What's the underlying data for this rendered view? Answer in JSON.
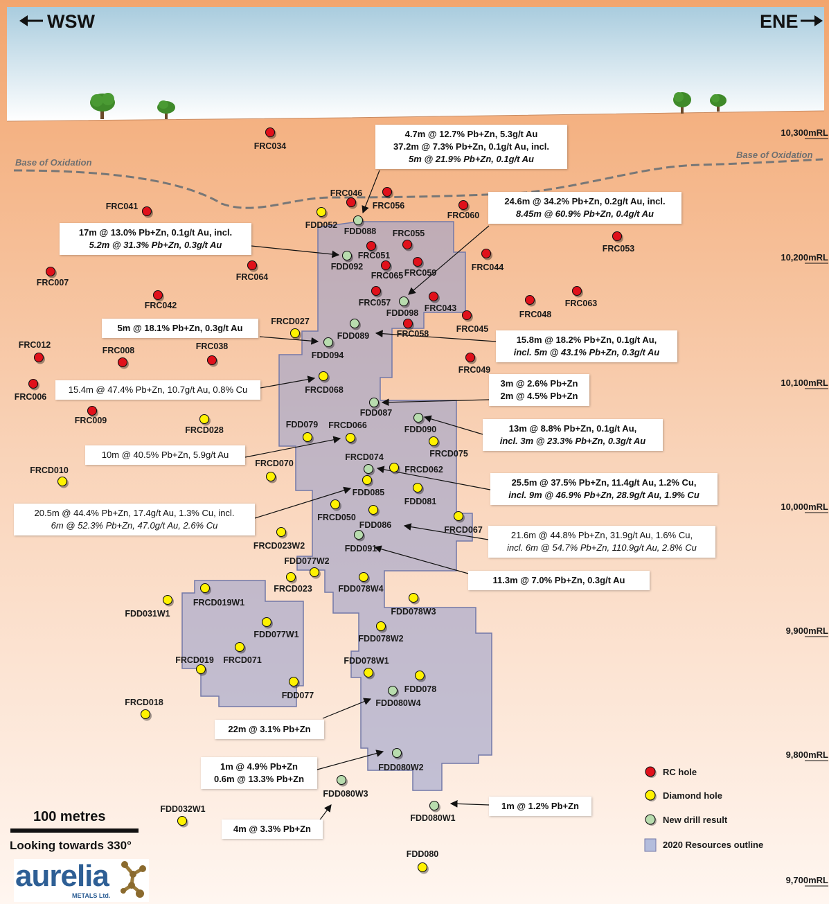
{
  "directions": {
    "left": "WSW",
    "right": "ENE"
  },
  "oxidation_label": "Base of Oxidation",
  "rl_labels": [
    "10,300mRL",
    "10,200mRL",
    "10,100mRL",
    "10,000mRL",
    "9,900mRL",
    "9,800mRL",
    "9,700mRL"
  ],
  "holes": [
    {
      "name": "FRC034",
      "type": "rc"
    },
    {
      "name": "FRC041",
      "type": "rc"
    },
    {
      "name": "FRC046",
      "type": "rc"
    },
    {
      "name": "FRC056",
      "type": "rc"
    },
    {
      "name": "FRC060",
      "type": "rc"
    },
    {
      "name": "FRC053",
      "type": "rc"
    },
    {
      "name": "FRC055",
      "type": "rc"
    },
    {
      "name": "FRC051",
      "type": "rc"
    },
    {
      "name": "FRC065",
      "type": "rc"
    },
    {
      "name": "FRC059",
      "type": "rc"
    },
    {
      "name": "FRC044",
      "type": "rc"
    },
    {
      "name": "FRC064",
      "type": "rc"
    },
    {
      "name": "FRC007",
      "type": "rc"
    },
    {
      "name": "FRC042",
      "type": "rc"
    },
    {
      "name": "FRC057",
      "type": "rc"
    },
    {
      "name": "FRC043",
      "type": "rc"
    },
    {
      "name": "FRC048",
      "type": "rc"
    },
    {
      "name": "FRC063",
      "type": "rc"
    },
    {
      "name": "FRC045",
      "type": "rc"
    },
    {
      "name": "FRC058",
      "type": "rc"
    },
    {
      "name": "FRC012",
      "type": "rc"
    },
    {
      "name": "FRC008",
      "type": "rc"
    },
    {
      "name": "FRC038",
      "type": "rc"
    },
    {
      "name": "FRC049",
      "type": "rc"
    },
    {
      "name": "FRC006",
      "type": "rc"
    },
    {
      "name": "FRC009",
      "type": "rc"
    },
    {
      "name": "FDD052",
      "type": "diamond"
    },
    {
      "name": "FRCD027",
      "type": "diamond"
    },
    {
      "name": "FRCD068",
      "type": "diamond"
    },
    {
      "name": "FRCD028",
      "type": "diamond"
    },
    {
      "name": "FDD079",
      "type": "diamond"
    },
    {
      "name": "FRCD066",
      "type": "diamond"
    },
    {
      "name": "FRCD075",
      "type": "diamond"
    },
    {
      "name": "FRCD010",
      "type": "diamond"
    },
    {
      "name": "FRCD070",
      "type": "diamond"
    },
    {
      "name": "FRCD062",
      "type": "diamond"
    },
    {
      "name": "FDD085",
      "type": "diamond"
    },
    {
      "name": "FDD081",
      "type": "diamond"
    },
    {
      "name": "FRCD050",
      "type": "diamond"
    },
    {
      "name": "FDD086",
      "type": "diamond"
    },
    {
      "name": "FRCD067",
      "type": "diamond"
    },
    {
      "name": "FRCD023W2",
      "type": "diamond"
    },
    {
      "name": "FDD077W2",
      "type": "diamond"
    },
    {
      "name": "FRCD023",
      "type": "diamond"
    },
    {
      "name": "FDD078W4",
      "type": "diamond"
    },
    {
      "name": "FRCD019W1",
      "type": "diamond"
    },
    {
      "name": "FDD031W1",
      "type": "diamond"
    },
    {
      "name": "FDD078W3",
      "type": "diamond"
    },
    {
      "name": "FDD077W1",
      "type": "diamond"
    },
    {
      "name": "FDD078W2",
      "type": "diamond"
    },
    {
      "name": "FRCD071",
      "type": "diamond"
    },
    {
      "name": "FRCD019",
      "type": "diamond"
    },
    {
      "name": "FDD078W1",
      "type": "diamond"
    },
    {
      "name": "FDD078",
      "type": "diamond"
    },
    {
      "name": "FDD077",
      "type": "diamond"
    },
    {
      "name": "FRCD018",
      "type": "diamond"
    },
    {
      "name": "FDD032W1",
      "type": "diamond"
    },
    {
      "name": "FDD080",
      "type": "diamond"
    },
    {
      "name": "FDD088",
      "type": "new"
    },
    {
      "name": "FDD092",
      "type": "new"
    },
    {
      "name": "FDD098",
      "type": "new"
    },
    {
      "name": "FDD089",
      "type": "new"
    },
    {
      "name": "FDD094",
      "type": "new"
    },
    {
      "name": "FDD087",
      "type": "new"
    },
    {
      "name": "FDD090",
      "type": "new"
    },
    {
      "name": "FRCD074",
      "type": "new"
    },
    {
      "name": "FDD091",
      "type": "new"
    },
    {
      "name": "FDD080W4",
      "type": "new"
    },
    {
      "name": "FDD080W2",
      "type": "new"
    },
    {
      "name": "FDD080W3",
      "type": "new"
    },
    {
      "name": "FDD080W1",
      "type": "new"
    }
  ],
  "callouts": [
    {
      "lines": [
        {
          "text": "4.7m @ 12.7% Pb+Zn, 5.3g/t Au",
          "style": "b"
        },
        {
          "text": "37.2m @ 7.3% Pb+Zn, 0.1g/t Au, incl.",
          "style": "b"
        },
        {
          "text": "5m @ 21.9% Pb+Zn, 0.1g/t Au",
          "style": "bi"
        }
      ]
    },
    {
      "lines": [
        {
          "text": "24.6m @ 34.2% Pb+Zn, 0.2g/t Au, incl.",
          "style": "b"
        },
        {
          "text": "8.45m @ 60.9% Pb+Zn, 0.4g/t Au",
          "style": "bi"
        }
      ]
    },
    {
      "lines": [
        {
          "text": "17m @ 13.0% Pb+Zn, 0.1g/t Au, incl.",
          "style": "b"
        },
        {
          "text": "5.2m @ 31.3% Pb+Zn, 0.3g/t Au",
          "style": "bi"
        }
      ]
    },
    {
      "lines": [
        {
          "text": "5m @ 18.1% Pb+Zn, 0.3g/t Au",
          "style": "b"
        }
      ]
    },
    {
      "lines": [
        {
          "text": "15.8m @ 18.2% Pb+Zn, 0.1g/t Au,",
          "style": "b"
        },
        {
          "text": "incl. 5m @ 43.1% Pb+Zn, 0.3g/t Au",
          "style": "bi"
        }
      ]
    },
    {
      "lines": [
        {
          "text": "15.4m @ 47.4% Pb+Zn, 10.7g/t Au, 0.8% Cu",
          "style": "n"
        }
      ]
    },
    {
      "lines": [
        {
          "text": "3m @ 2.6% Pb+Zn",
          "style": "b"
        },
        {
          "text": "2m @ 4.5% Pb+Zn",
          "style": "b"
        }
      ]
    },
    {
      "lines": [
        {
          "text": "13m @ 8.8% Pb+Zn, 0.1g/t Au,",
          "style": "b"
        },
        {
          "text": "incl. 3m @ 23.3% Pb+Zn, 0.3g/t Au",
          "style": "bi"
        }
      ]
    },
    {
      "lines": [
        {
          "text": "10m @ 40.5% Pb+Zn, 5.9g/t Au",
          "style": "n"
        }
      ]
    },
    {
      "lines": [
        {
          "text": "25.5m @ 37.5% Pb+Zn, 11.4g/t Au, 1.2% Cu,",
          "style": "b"
        },
        {
          "text": "incl. 9m @ 46.9% Pb+Zn, 28.9g/t Au, 1.9% Cu",
          "style": "bi"
        }
      ]
    },
    {
      "lines": [
        {
          "text": "20.5m @ 44.4% Pb+Zn, 17.4g/t Au, 1.3% Cu, incl.",
          "style": "n"
        },
        {
          "text": "6m @ 52.3% Pb+Zn, 47.0g/t Au, 2.6% Cu",
          "style": "i"
        }
      ]
    },
    {
      "lines": [
        {
          "text": "21.6m @ 44.8% Pb+Zn, 31.9g/t Au, 1.6% Cu,",
          "style": "n"
        },
        {
          "text": "incl. 6m @ 54.7% Pb+Zn, 110.9g/t Au, 2.8% Cu",
          "style": "i"
        }
      ]
    },
    {
      "lines": [
        {
          "text": "11.3m @ 7.0% Pb+Zn, 0.3g/t Au",
          "style": "b"
        }
      ]
    },
    {
      "lines": [
        {
          "text": "22m @ 3.1% Pb+Zn",
          "style": "b"
        }
      ]
    },
    {
      "lines": [
        {
          "text": "1m @ 4.9% Pb+Zn",
          "style": "b"
        },
        {
          "text": "0.6m @ 13.3% Pb+Zn",
          "style": "b"
        }
      ]
    },
    {
      "lines": [
        {
          "text": "1m @ 1.2% Pb+Zn",
          "style": "b"
        }
      ]
    },
    {
      "lines": [
        {
          "text": "4m @ 3.3% Pb+Zn",
          "style": "b"
        }
      ]
    }
  ],
  "legend": [
    {
      "label": "RC hole",
      "color": "#e0111b"
    },
    {
      "label": "Diamond hole",
      "color": "#fff200"
    },
    {
      "label": "New drill result",
      "color": "#b8dcae"
    },
    {
      "label": "2020 Resources outline",
      "color": "#b4bddc"
    }
  ],
  "scale": {
    "label": "100 metres",
    "view": "Looking towards 330°"
  },
  "logo": {
    "word": "aurelia",
    "sub": "METALS Ltd."
  }
}
